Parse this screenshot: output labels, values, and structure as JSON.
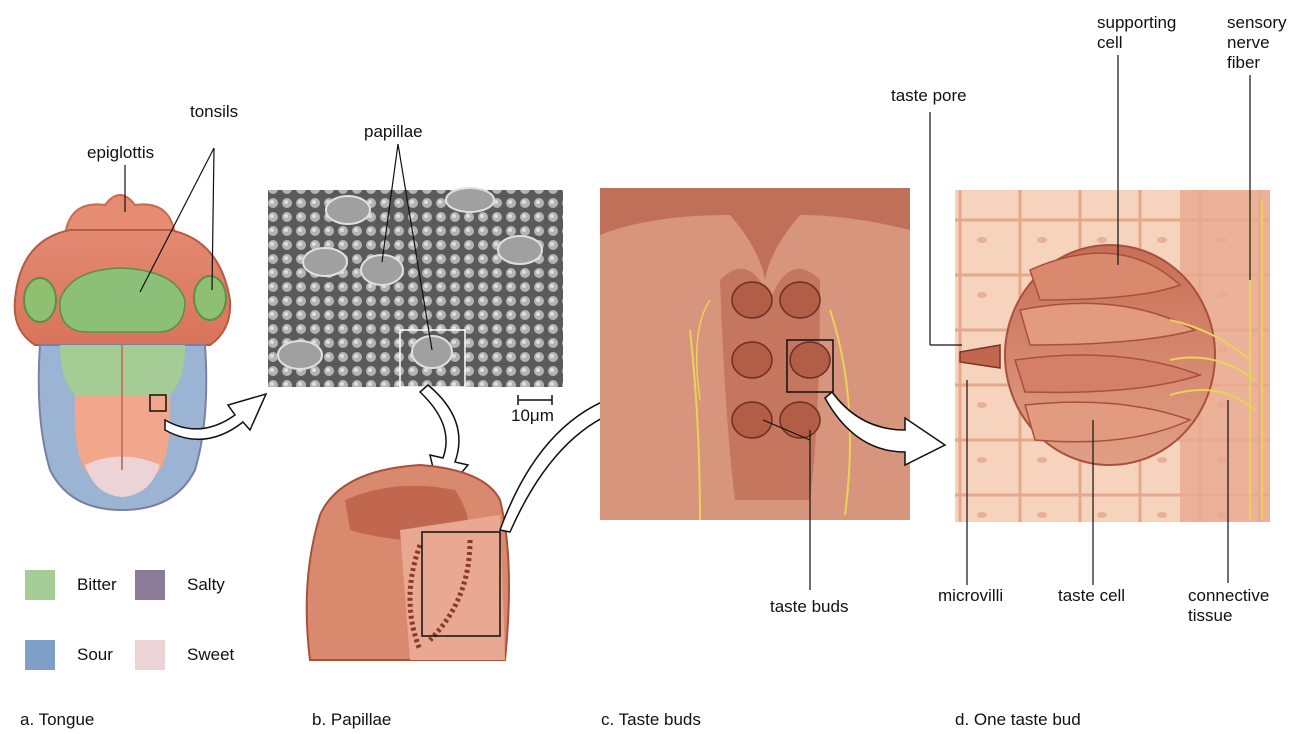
{
  "labels": {
    "epiglottis": "epiglottis",
    "tonsils": "tonsils",
    "papillae": "papillae",
    "scale": "10μm",
    "taste_buds": "taste buds",
    "taste_pore": "taste pore",
    "supporting_cell": "supporting\ncell",
    "sensory_nerve_fiber": "sensory\nnerve\nfiber",
    "microvilli": "microvilli",
    "taste_cell": "taste cell",
    "connective_tissue": "connective\ntissue"
  },
  "legend": [
    {
      "label": "Bitter",
      "color": "#a6cc95"
    },
    {
      "label": "Salty",
      "color": "#8c7b96"
    },
    {
      "label": "Sour",
      "color": "#7ea0c8"
    },
    {
      "label": "Sweet",
      "color": "#ecd4d6"
    }
  ],
  "captions": {
    "a": "a. Tongue",
    "b": "b. Papillae",
    "c": "c. Taste buds",
    "d": "d. One taste bud"
  },
  "colors": {
    "tissue": "#d98a6e",
    "tissue_light": "#f2c2a8",
    "tissue_dark": "#b85a40",
    "nerve": "#e8d25a",
    "sem_gray": "#7f7f7f"
  }
}
